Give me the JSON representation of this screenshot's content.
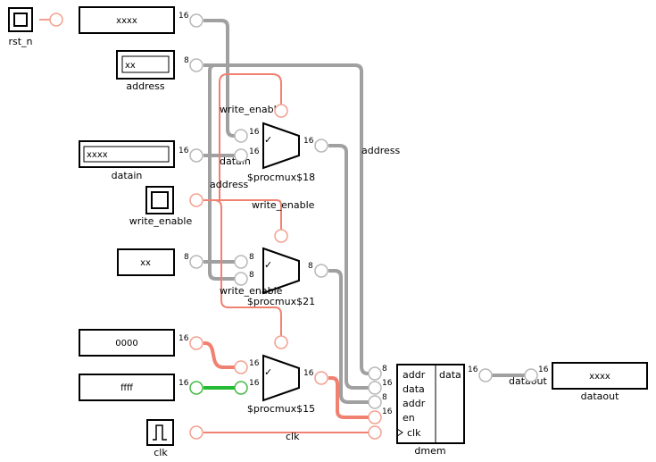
{
  "colors": {
    "bus": "#a0a0a0",
    "low": "#f08070",
    "high": "#22bb33",
    "port_gray": "#b8b8b8",
    "port_low": "#f4a090",
    "port_high": "#44bb44",
    "outline": "#000000"
  },
  "inputs": {
    "rst_n": {
      "label": "rst_n"
    },
    "xxxx_top": {
      "value": "xxxx",
      "width": "16"
    },
    "address": {
      "value": "xx",
      "width": "8",
      "label": "address"
    },
    "datain": {
      "value": "xxxx",
      "width": "16",
      "label": "datain"
    },
    "write_enable": {
      "label": "write_enable"
    },
    "xx_mid": {
      "value": "xx",
      "width": "8"
    },
    "const_0000": {
      "value": "0000",
      "width": "16"
    },
    "const_ffff": {
      "value": "ffff",
      "width": "16"
    },
    "clk": {
      "label": "clk"
    }
  },
  "muxes": {
    "mux18": {
      "name": "$procmux$18",
      "sel_label": "write_enable",
      "in0": "16",
      "in1": "16",
      "out": "16",
      "in1_label": "datain",
      "check": "✓"
    },
    "mux21": {
      "name": "$procmux$21",
      "sel_label": "write_enable",
      "in0": "8",
      "in1": "8",
      "out": "8",
      "check": "✓"
    },
    "mux15": {
      "name": "$procmux$15",
      "in0": "16",
      "in1": "16",
      "out": "16",
      "check": "✓"
    }
  },
  "wire_labels": {
    "address_right": "address",
    "address_left": "address",
    "write_enable_mid": "write_enable",
    "clk": "clk",
    "dataout": "dataout"
  },
  "dmem": {
    "name": "dmem",
    "ports": [
      {
        "label": "addr",
        "width": "8"
      },
      {
        "label": "data",
        "width": "16"
      },
      {
        "label": "addr",
        "width": "8"
      },
      {
        "label": "en",
        "width": "16"
      },
      {
        "label": "clk",
        "width": ""
      }
    ],
    "out_label": "data",
    "out_width": "16"
  },
  "output": {
    "value": "xxxx",
    "width": "16",
    "label": "dataout"
  }
}
